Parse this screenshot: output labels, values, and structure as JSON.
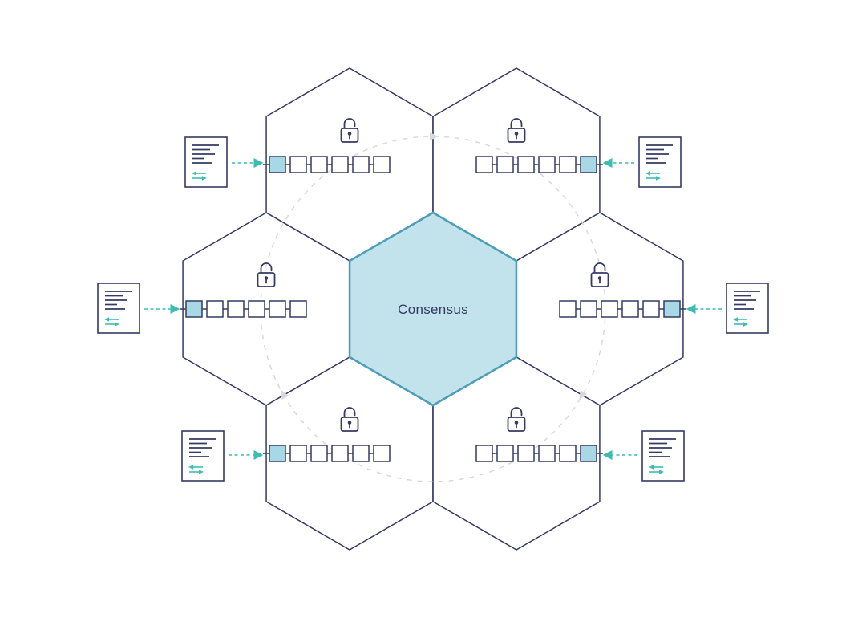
{
  "diagram": {
    "center_label": "Consensus",
    "center_node": {
      "shape": "hexagon",
      "role": "consensus-hub"
    },
    "flow_ring": {
      "shape": "dashed-circle",
      "direction": "clockwise",
      "arrowheads": 3
    },
    "nodes": [
      {
        "id": "top-left",
        "lock_icon": "open-padlock-icon",
        "chain_icon": "blockchain-icon",
        "blocks_total": 6,
        "blocks_highlighted": 1,
        "highlight_position": "left",
        "source": {
          "icon": "transaction-document-icon",
          "arrow": "dashed-arrow-right-icon"
        }
      },
      {
        "id": "top-right",
        "lock_icon": "open-padlock-icon",
        "chain_icon": "blockchain-icon",
        "blocks_total": 6,
        "blocks_highlighted": 1,
        "highlight_position": "right",
        "source": {
          "icon": "transaction-document-icon",
          "arrow": "dashed-arrow-left-icon"
        }
      },
      {
        "id": "left",
        "lock_icon": "open-padlock-icon",
        "chain_icon": "blockchain-icon",
        "blocks_total": 6,
        "blocks_highlighted": 1,
        "highlight_position": "left",
        "source": {
          "icon": "transaction-document-icon",
          "arrow": "dashed-arrow-right-icon"
        }
      },
      {
        "id": "right",
        "lock_icon": "open-padlock-icon",
        "chain_icon": "blockchain-icon",
        "blocks_total": 6,
        "blocks_highlighted": 1,
        "highlight_position": "right",
        "source": {
          "icon": "transaction-document-icon",
          "arrow": "dashed-arrow-left-icon"
        }
      },
      {
        "id": "bottom-left",
        "lock_icon": "open-padlock-icon",
        "chain_icon": "blockchain-icon",
        "blocks_total": 6,
        "blocks_highlighted": 1,
        "highlight_position": "left",
        "source": {
          "icon": "transaction-document-icon",
          "arrow": "dashed-arrow-right-icon"
        }
      },
      {
        "id": "bottom-right",
        "lock_icon": "open-padlock-icon",
        "chain_icon": "blockchain-icon",
        "blocks_total": 6,
        "blocks_highlighted": 1,
        "highlight_position": "right",
        "source": {
          "icon": "transaction-document-icon",
          "arrow": "dashed-arrow-left-icon"
        }
      }
    ]
  },
  "colors": {
    "navy": "#343a63",
    "teal": "#3fbcb1",
    "center-fill": "#c2e2ec",
    "center-stroke": "#4e9db9",
    "block-highlight": "#a8d8e5",
    "flow-gray": "#d9d9d9"
  }
}
